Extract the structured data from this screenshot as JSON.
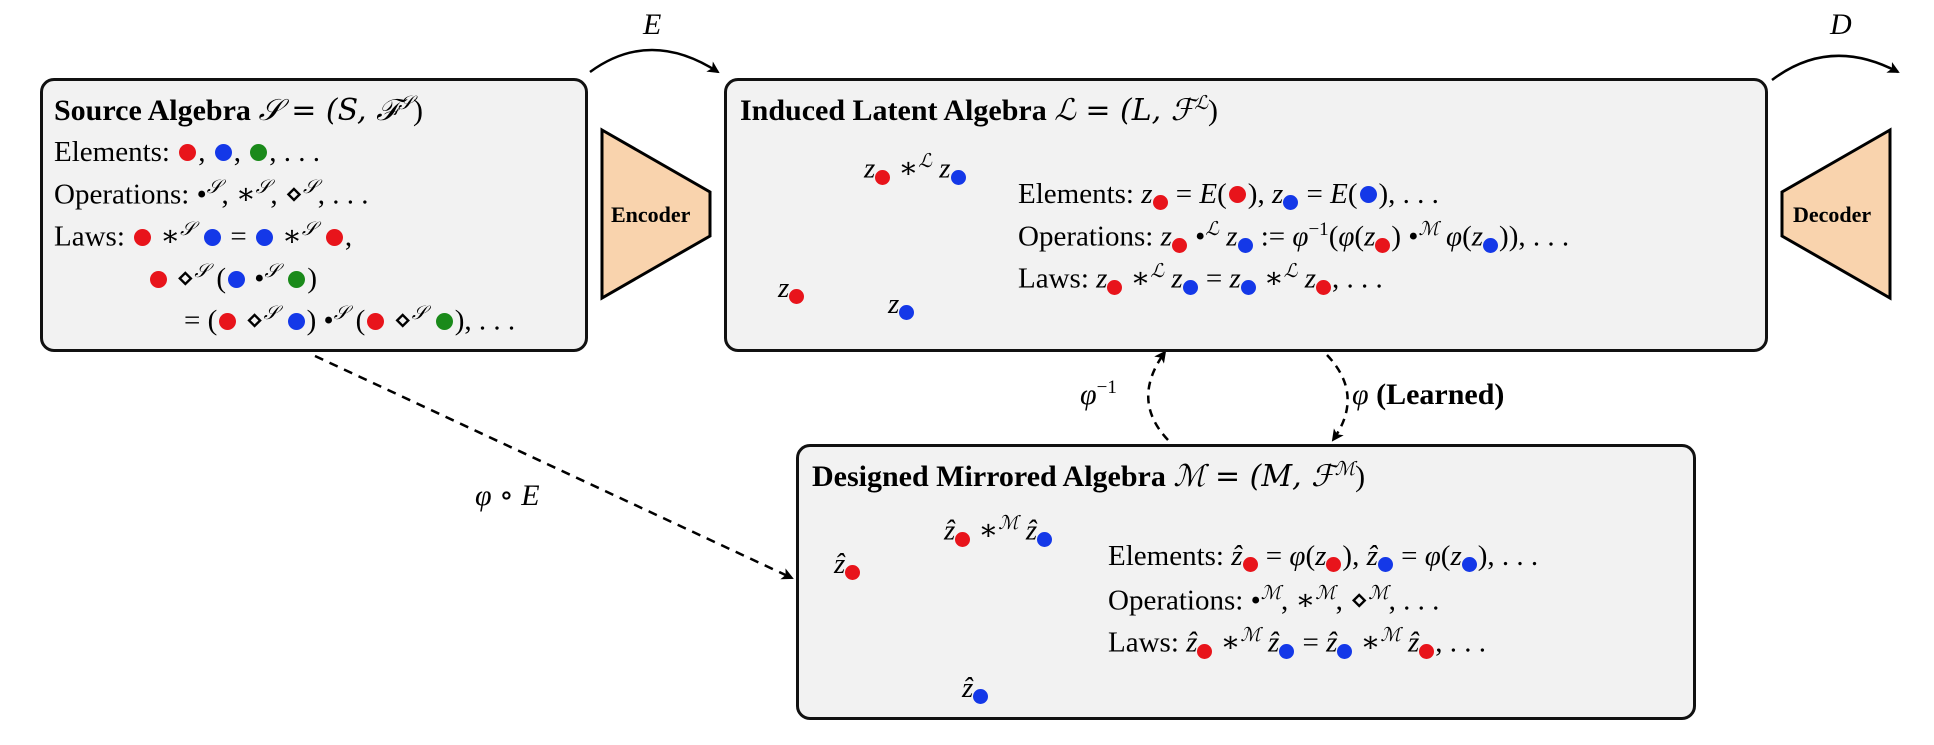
{
  "colors": {
    "red": "#e8141b",
    "blue": "#1438e8",
    "green": "#1a8a1a",
    "box_fill": "#f2f2f2",
    "trap_fill": "#f9d3ad"
  },
  "arrows": {
    "E": "E",
    "D": "D",
    "phi_inv": "φ",
    "phi_inv_sup": "−1",
    "phi": "φ",
    "learned": "(Learned)",
    "phi_circ_E": "φ ∘ E"
  },
  "encoder": {
    "label": "Encoder"
  },
  "decoder": {
    "label": "Decoder"
  },
  "source": {
    "title_bold": "Source Algebra",
    "title_math": "𝒮 = (S, ℱ",
    "title_sup": "𝒮",
    "title_close": ")",
    "elements_label": "Elements:",
    "operations_label": "Operations:",
    "laws_label": "Laws:",
    "ellipsis": ", . . ."
  },
  "latent": {
    "title_bold": "Induced Latent Algebra",
    "title_math": "ℒ = (L, ℱ",
    "title_sup": "ℒ",
    "title_close": ")",
    "elements_label": "Elements:",
    "operations_label": "Operations:",
    "laws_label": "Laws:"
  },
  "mirrored": {
    "title_bold": "Designed Mirrored Algebra",
    "title_math": "ℳ = (M, ℱ",
    "title_sup": "ℳ",
    "title_close": ")",
    "elements_label": "Elements:",
    "operations_label": "Operations:",
    "laws_label": "Laws:"
  }
}
